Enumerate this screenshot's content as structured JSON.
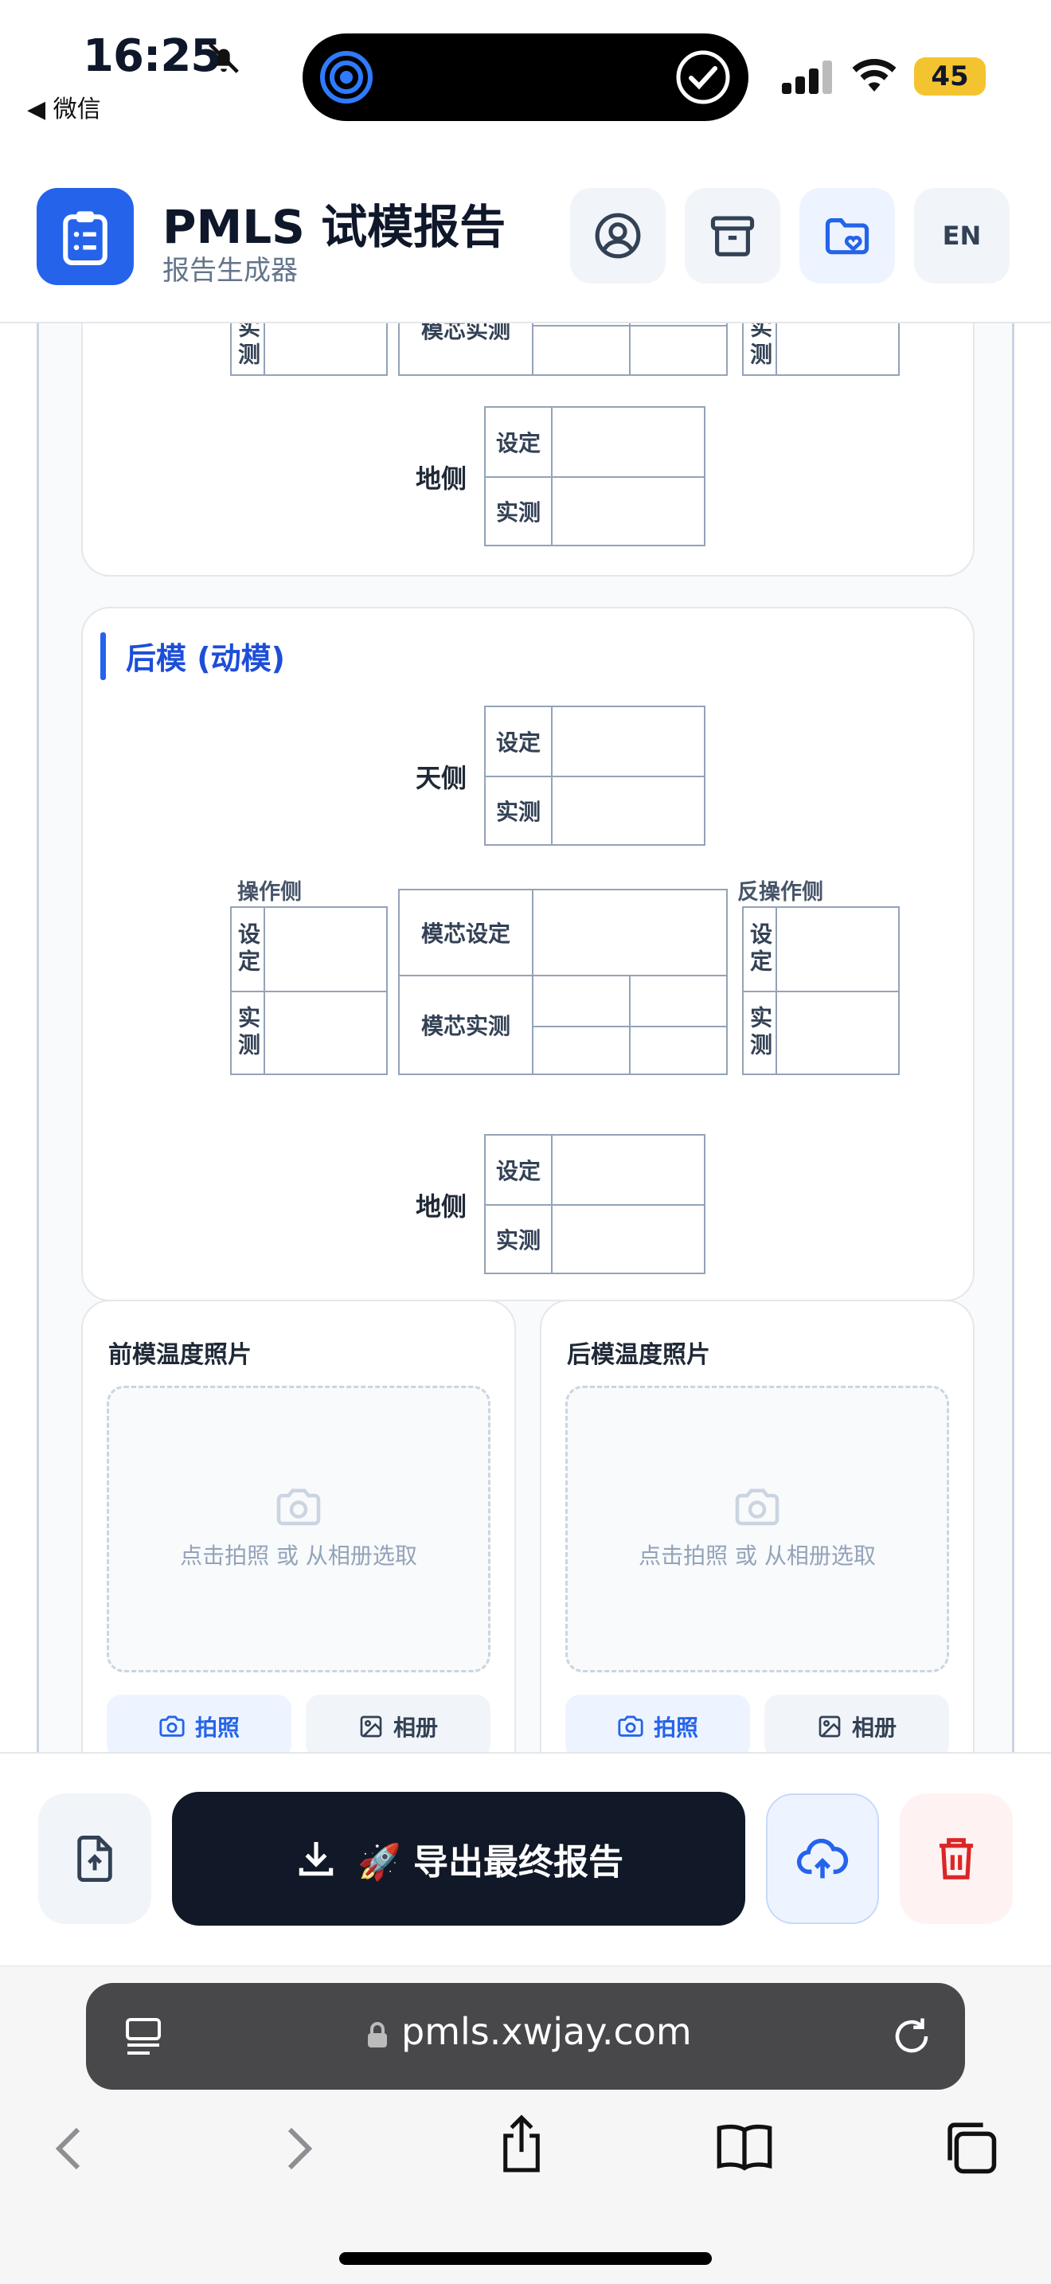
{
  "status_bar": {
    "time": "16:25",
    "back_app": "◀ 微信",
    "battery": "45"
  },
  "header": {
    "title": "PMLS 试模报告",
    "subtitle": "报告生成器",
    "lang_button": "EN"
  },
  "mold_labels": {
    "set": "设定",
    "actual": "实测",
    "top_side": "天侧",
    "bottom_side": "地侧",
    "operator_side": "操作侧",
    "non_operator_side": "反操作侧",
    "core_set": "模芯设定",
    "core_actual": "模芯实测"
  },
  "sections": [
    {
      "title": ""
    },
    {
      "title": "后模 (动模)"
    }
  ],
  "photos": [
    {
      "title": "前模温度照片",
      "hint": "点击拍照 或 从相册选取",
      "camera_label": "拍照",
      "album_label": "相册"
    },
    {
      "title": "后模温度照片",
      "hint": "点击拍照 或 从相册选取",
      "camera_label": "拍照",
      "album_label": "相册"
    }
  ],
  "actions": {
    "export_label": "🚀 导出最终报告"
  },
  "browser": {
    "url": "pmls.xwjay.com"
  },
  "colors": {
    "primary": "#2563eb",
    "dark": "#111827",
    "danger": "#dc2626",
    "border": "#94a3b8"
  }
}
